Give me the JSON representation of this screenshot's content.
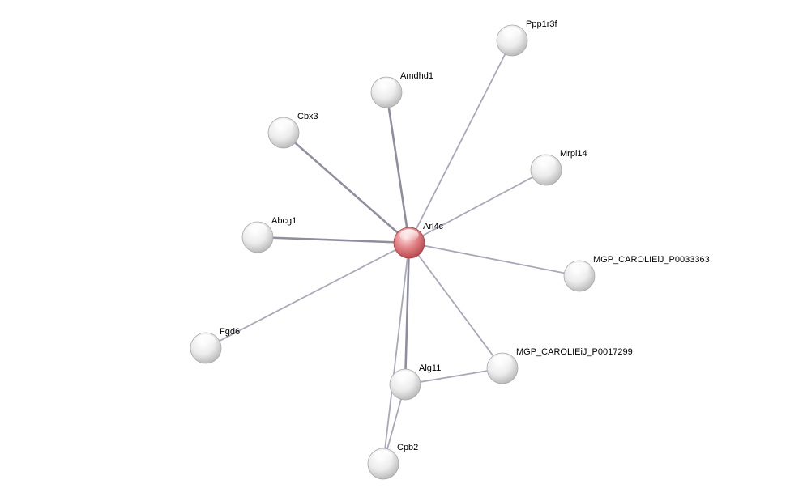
{
  "network": {
    "query_node": "Arl4c",
    "colors": {
      "query_node": "#e2767a",
      "partner_node": "#e8e8e8",
      "edge": "#a8a8b8",
      "edge_strong": "#8e8e9e",
      "label": "#000000"
    },
    "nodes": [
      {
        "id": "Arl4c",
        "label": "Arl4c",
        "query": true
      },
      {
        "id": "Ppp1r3f",
        "label": "Ppp1r3f"
      },
      {
        "id": "Amdhd1",
        "label": "Amdhd1"
      },
      {
        "id": "Cbx3",
        "label": "Cbx3"
      },
      {
        "id": "Mrpl14",
        "label": "Mrpl14"
      },
      {
        "id": "Abcg1",
        "label": "Abcg1"
      },
      {
        "id": "MGP_CAROLIEiJ_P0033363",
        "label": "MGP_CAROLIEiJ_P0033363"
      },
      {
        "id": "Fgd6",
        "label": "Fgd6"
      },
      {
        "id": "MGP_CAROLIEiJ_P0017299",
        "label": "MGP_CAROLIEiJ_P0017299"
      },
      {
        "id": "Alg11",
        "label": "Alg11"
      },
      {
        "id": "Cpb2",
        "label": "Cpb2"
      }
    ],
    "edges": [
      {
        "source": "Arl4c",
        "target": "Ppp1r3f",
        "strength": 1
      },
      {
        "source": "Arl4c",
        "target": "Amdhd1",
        "strength": 2
      },
      {
        "source": "Arl4c",
        "target": "Cbx3",
        "strength": 2
      },
      {
        "source": "Arl4c",
        "target": "Mrpl14",
        "strength": 1
      },
      {
        "source": "Arl4c",
        "target": "Abcg1",
        "strength": 2
      },
      {
        "source": "Arl4c",
        "target": "MGP_CAROLIEiJ_P0033363",
        "strength": 1
      },
      {
        "source": "Arl4c",
        "target": "Fgd6",
        "strength": 1
      },
      {
        "source": "Arl4c",
        "target": "MGP_CAROLIEiJ_P0017299",
        "strength": 1
      },
      {
        "source": "Arl4c",
        "target": "Alg11",
        "strength": 2
      },
      {
        "source": "Arl4c",
        "target": "Cpb2",
        "strength": 1
      },
      {
        "source": "Alg11",
        "target": "MGP_CAROLIEiJ_P0017299",
        "strength": 1
      },
      {
        "source": "Alg11",
        "target": "Cpb2",
        "strength": 1
      }
    ]
  }
}
